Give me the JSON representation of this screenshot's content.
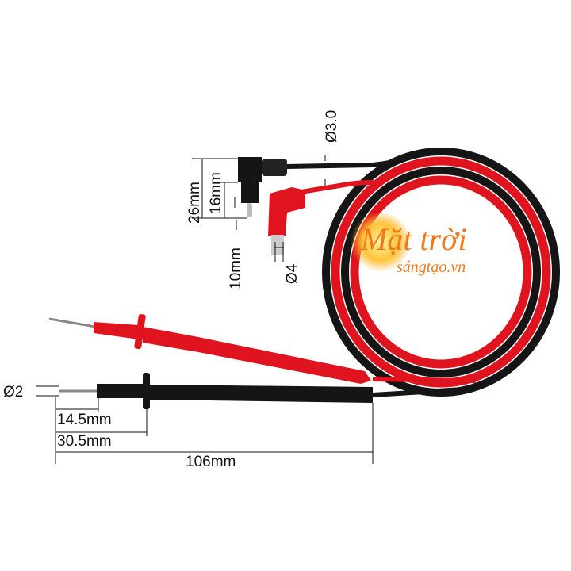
{
  "dimensions": {
    "cable_diameter": "Ø3.0",
    "plug_height_total": "26mm",
    "plug_height_body": "16mm",
    "plug_pin_length": "10mm",
    "plug_diameter": "Ø4",
    "tip_diameter": "Ø2",
    "tip_length": "14.5mm",
    "tip_to_guard": "30.5mm",
    "probe_length": "106mm"
  },
  "watermark": {
    "line1": "Mặt trời",
    "line2": "sángtạo.vn"
  },
  "colors": {
    "red": "#e0141e",
    "black": "#151515",
    "accent": "#f07a1a"
  }
}
